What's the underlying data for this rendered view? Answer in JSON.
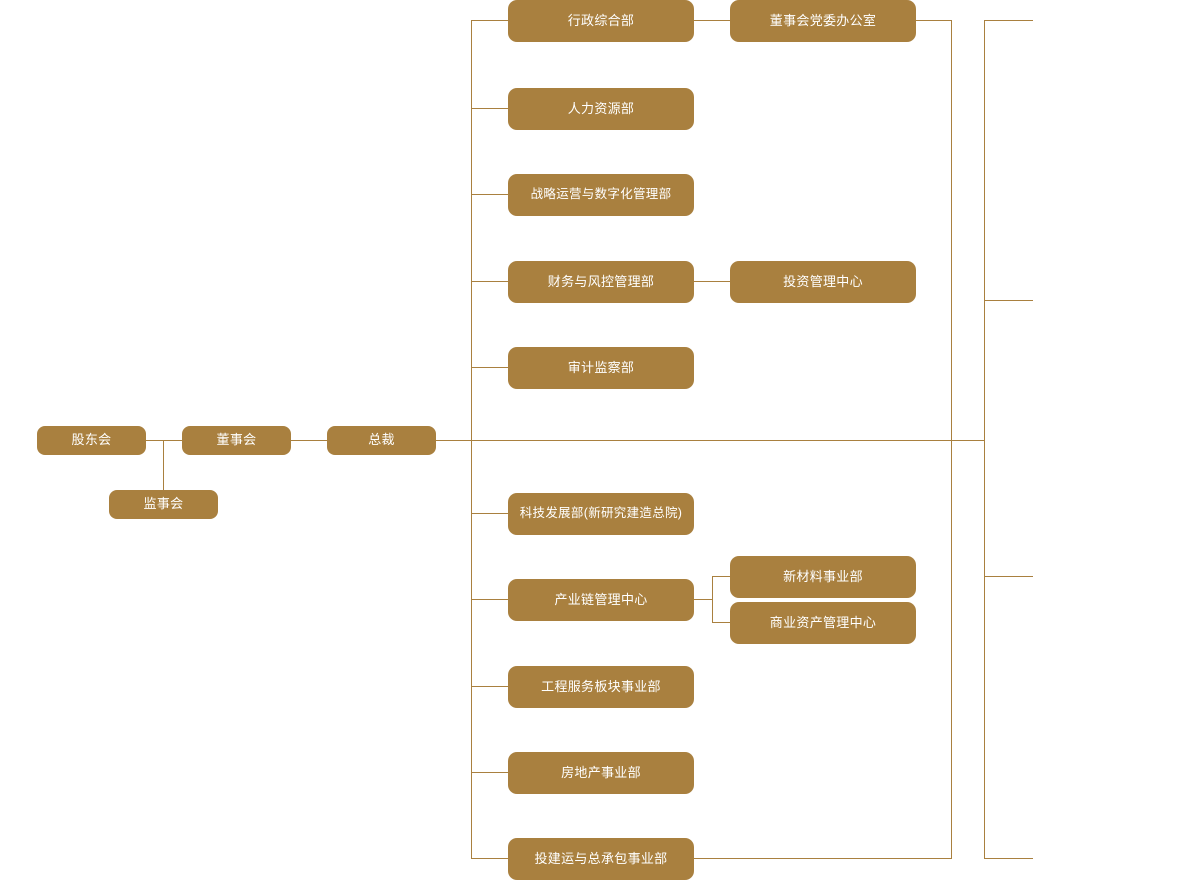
{
  "chart_data": {
    "type": "diagram",
    "title": "",
    "subtype": "organization-chart",
    "orientation": "left-to-right",
    "palette": {
      "node_fill": "#A9803F",
      "node_text": "#FFFFFF",
      "connector": "#A9803F",
      "background": "#FFFFFF"
    },
    "nodes": [
      {
        "id": "shareholders",
        "label": "股东会",
        "level": 0
      },
      {
        "id": "board",
        "label": "董事会",
        "level": 1
      },
      {
        "id": "supervisors",
        "label": "监事会",
        "level": 1
      },
      {
        "id": "president",
        "label": "总裁",
        "level": 2
      },
      {
        "id": "admin",
        "label": "行政综合部",
        "level": 3
      },
      {
        "id": "board-party-office",
        "label": "董事会党委办公室",
        "level": 4
      },
      {
        "id": "hr",
        "label": "人力资源部",
        "level": 3
      },
      {
        "id": "strategy",
        "label": "战略运营与数字化管理部",
        "level": 3
      },
      {
        "id": "finance",
        "label": "财务与风控管理部",
        "level": 3
      },
      {
        "id": "investment",
        "label": "投资管理中心",
        "level": 4
      },
      {
        "id": "audit",
        "label": "审计监察部",
        "level": 3
      },
      {
        "id": "tech",
        "label": "科技发展部(新研究建造总院)",
        "level": 3
      },
      {
        "id": "supplychain",
        "label": "产业链管理中心",
        "level": 3
      },
      {
        "id": "newmaterial",
        "label": "新材料事业部",
        "level": 4
      },
      {
        "id": "commercial",
        "label": "商业资产管理中心",
        "level": 4
      },
      {
        "id": "engineering",
        "label": "工程服务板块事业部",
        "level": 3
      },
      {
        "id": "realestate",
        "label": "房地产事业部",
        "level": 3
      },
      {
        "id": "epc",
        "label": "投建运与总承包事业部",
        "level": 3
      }
    ],
    "edges": [
      {
        "from": "shareholders",
        "to": "board"
      },
      {
        "from": "board",
        "to": "supervisors"
      },
      {
        "from": "board",
        "to": "president"
      },
      {
        "from": "president",
        "to": "admin"
      },
      {
        "from": "president",
        "to": "hr"
      },
      {
        "from": "president",
        "to": "strategy"
      },
      {
        "from": "president",
        "to": "finance"
      },
      {
        "from": "president",
        "to": "audit"
      },
      {
        "from": "president",
        "to": "tech"
      },
      {
        "from": "president",
        "to": "supplychain"
      },
      {
        "from": "president",
        "to": "engineering"
      },
      {
        "from": "president",
        "to": "realestate"
      },
      {
        "from": "president",
        "to": "epc"
      },
      {
        "from": "admin",
        "to": "board-party-office"
      },
      {
        "from": "finance",
        "to": "investment"
      },
      {
        "from": "supplychain",
        "to": "newmaterial"
      },
      {
        "from": "supplychain",
        "to": "commercial"
      }
    ]
  },
  "nodes": {
    "shareholders": {
      "label": "股东会"
    },
    "board": {
      "label": "董事会"
    },
    "supervisors": {
      "label": "监事会"
    },
    "president": {
      "label": "总裁"
    },
    "admin": {
      "label": "行政综合部"
    },
    "board_party_office": {
      "label": "董事会党委办公室"
    },
    "hr": {
      "label": "人力资源部"
    },
    "strategy": {
      "label": "战略运营与数字化管理部"
    },
    "finance": {
      "label": "财务与风控管理部"
    },
    "investment": {
      "label": "投资管理中心"
    },
    "audit": {
      "label": "审计监察部"
    },
    "tech": {
      "label": "科技发展部(新研究建造总院)"
    },
    "supplychain": {
      "label": "产业链管理中心"
    },
    "newmaterial": {
      "label": "新材料事业部"
    },
    "commercial": {
      "label": "商业资产管理中心"
    },
    "engineering": {
      "label": "工程服务板块事业部"
    },
    "realestate": {
      "label": "房地产事业部"
    },
    "epc": {
      "label": "投建运与总承包事业部"
    }
  }
}
